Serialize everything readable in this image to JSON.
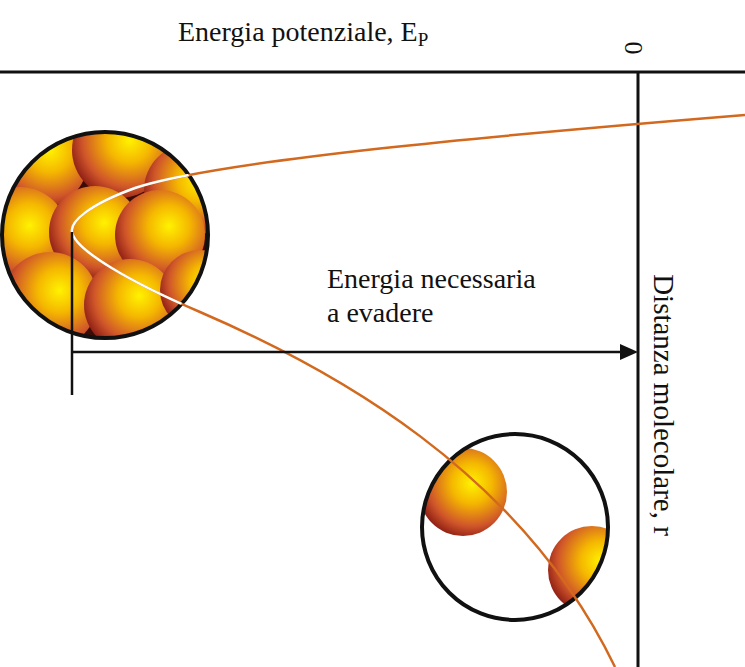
{
  "diagram": {
    "labels": [
      "Energia potenziale, E",
      "P",
      "0",
      "Energia necessaria a evadere",
      "Distanza molecolare, r"
    ]
  }
}
